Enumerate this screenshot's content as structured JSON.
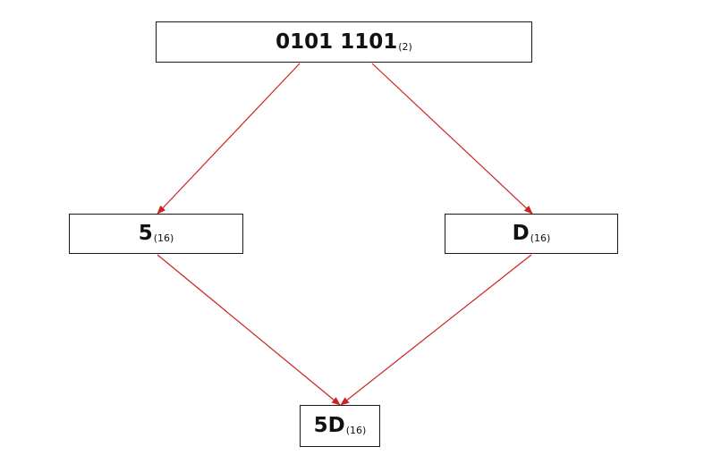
{
  "diagram": {
    "binary": {
      "value": "0101 1101",
      "base": "(2)"
    },
    "high_nibble": {
      "value": "5",
      "base": "(16)"
    },
    "low_nibble": {
      "value": "D",
      "base": "(16)"
    },
    "result": {
      "value": "5D",
      "base": "(16)"
    },
    "arrow_color": "#cc2222"
  }
}
